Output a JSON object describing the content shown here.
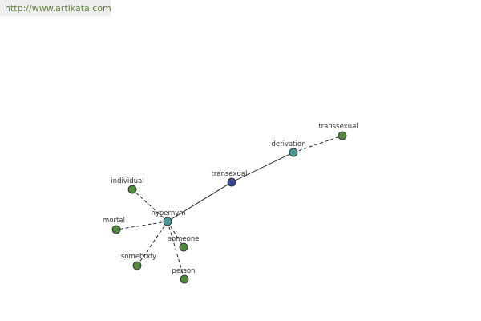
{
  "header": {
    "url": "http://www.artikata.com"
  },
  "colors": {
    "root_node": "#3b4d96",
    "relation_node": "#4a9a9a",
    "word_node": "#4f8a3a",
    "node_stroke": "#222222",
    "edge": "#111111"
  },
  "graph": {
    "nodes": [
      {
        "id": "transexual",
        "label": "transexual",
        "kind": "root"
      },
      {
        "id": "derivation",
        "label": "derivation",
        "kind": "relation"
      },
      {
        "id": "transsexual",
        "label": "transsexual",
        "kind": "word"
      },
      {
        "id": "hypernym",
        "label": "hypernym",
        "kind": "relation"
      },
      {
        "id": "individual",
        "label": "individual",
        "kind": "word"
      },
      {
        "id": "mortal",
        "label": "mortal",
        "kind": "word"
      },
      {
        "id": "somebody",
        "label": "somebody",
        "kind": "word"
      },
      {
        "id": "someone",
        "label": "someone",
        "kind": "word"
      },
      {
        "id": "person",
        "label": "person",
        "kind": "word"
      }
    ],
    "edges": [
      {
        "from": "transexual",
        "to": "derivation",
        "style": "solid"
      },
      {
        "from": "transexual",
        "to": "hypernym",
        "style": "solid"
      },
      {
        "from": "derivation",
        "to": "transsexual",
        "style": "dashed"
      },
      {
        "from": "hypernym",
        "to": "individual",
        "style": "dashed"
      },
      {
        "from": "hypernym",
        "to": "mortal",
        "style": "dashed"
      },
      {
        "from": "hypernym",
        "to": "somebody",
        "style": "dashed"
      },
      {
        "from": "hypernym",
        "to": "someone",
        "style": "dashed"
      },
      {
        "from": "hypernym",
        "to": "person",
        "style": "dashed"
      }
    ]
  }
}
